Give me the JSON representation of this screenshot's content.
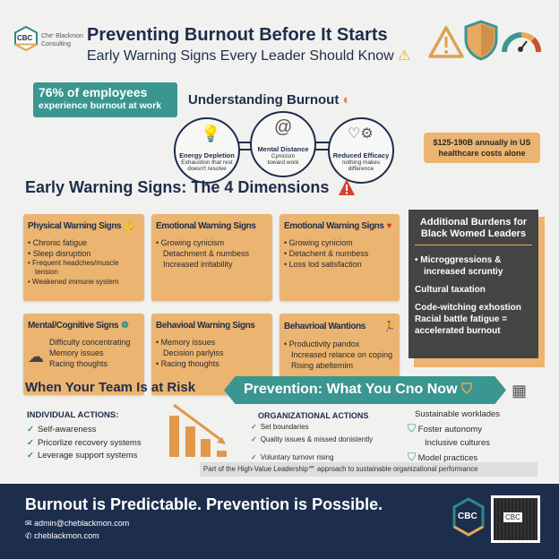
{
  "brand": {
    "logo_text": "CBC",
    "name_line1": "Che' Blackmon",
    "name_line2": "Consulting"
  },
  "header": {
    "title": "Preventing Burnout Before It Starts",
    "subtitle": "Early Warning Signs Every Leader Should Know",
    "icons": [
      "warning-triangle-icon",
      "shield-icon",
      "gauge-icon"
    ]
  },
  "stat_left": {
    "line1": "76% of employees",
    "line2": "experience burnout at work"
  },
  "understanding": {
    "title": "Understanding Burnout",
    "items": [
      {
        "title": "Energy Depletion",
        "desc1": "Exhaustion that rest",
        "desc2": "doesn't resolve",
        "icon": "lightbulb-icon"
      },
      {
        "title": "Mental Distance",
        "desc1": "Cynicism",
        "desc2": "toward work",
        "icon": "spiral-icon"
      },
      {
        "title": "Reduced Efficacy",
        "desc1": "nothing makes",
        "desc2": "difference",
        "icon": "heart-gear-icon"
      }
    ]
  },
  "stat_right": {
    "line1": "$125-190B annually in US",
    "line2": "healthcare costs alone"
  },
  "warning": {
    "title": "Early Warning Signs: The 4 Dimensions",
    "cards": [
      {
        "title": "Physical Warning Signs",
        "items": [
          "Chronic fatigue",
          "Sleep disruption",
          "Frequent headches/muscle tension",
          "Weakened immune system"
        ]
      },
      {
        "title": "Emotional Warning Signs",
        "items": [
          "Growing cynicism",
          "Detachment & numbess",
          "Increased irritability"
        ]
      },
      {
        "title": "Emotional Warning Signs",
        "items": [
          "Growing cyniciom",
          "Detachent & numbess",
          "Loss lod satisfaction"
        ]
      },
      {
        "title": "Mental/Cognitive Signs",
        "items": [
          "Difficulty concentrating",
          "Memory issues",
          "Racing thoughts"
        ]
      },
      {
        "title": "Behavioal Warning Signs",
        "items": [
          "Memory issues",
          "Decision parlyiss",
          "Racing thoughts"
        ]
      },
      {
        "title": "Behavrioal Wantions",
        "items": [
          "Productivity pandox",
          "Increased relance on coping",
          "Rising abeltemim"
        ]
      }
    ],
    "burdens": {
      "title1": "Additional Burdens for",
      "title2": "Black Womed Leaders",
      "items": [
        "Microggressions &",
        "increased scruntiy",
        "Cultural taxation",
        "Code-witching exhostion",
        "Racial battle fatigue =",
        "accelerated burnout"
      ]
    }
  },
  "risk": {
    "title": "When Your Team Is at Risk"
  },
  "prevention": {
    "title": "Prevention: What You Cno Now",
    "individual": {
      "title": "INDIVIDUAL ACTIONS:",
      "items": [
        "Self-awareness",
        "Pricorlize recovery systems",
        "Leverage support systems"
      ]
    },
    "organizational": {
      "title": "ORGANIZATIONAL ACTIONS",
      "items": [
        "Set boundaries",
        "Quality issues & missed donistently",
        "Voluntary turnovr rising"
      ]
    },
    "sustainable": {
      "title": "Sustainable worklades",
      "items": [
        "Foster autonomy",
        "Inclusive cultures",
        "Model practices"
      ]
    },
    "footnote": "Part of the High-Value Leadership℠ approach to sustainable organizational performance"
  },
  "footer": {
    "tagline": "Burnout is Predictable. Prevention is Possible.",
    "email": "admin@cheblackmon.com",
    "website": "cheblackmon.com",
    "logo_text": "CBC",
    "qr_label": "CBC"
  },
  "colors": {
    "navy": "#1e2d4a",
    "teal": "#3a9690",
    "orange": "#e8a858",
    "card": "#ebb470",
    "dark": "#444444"
  }
}
